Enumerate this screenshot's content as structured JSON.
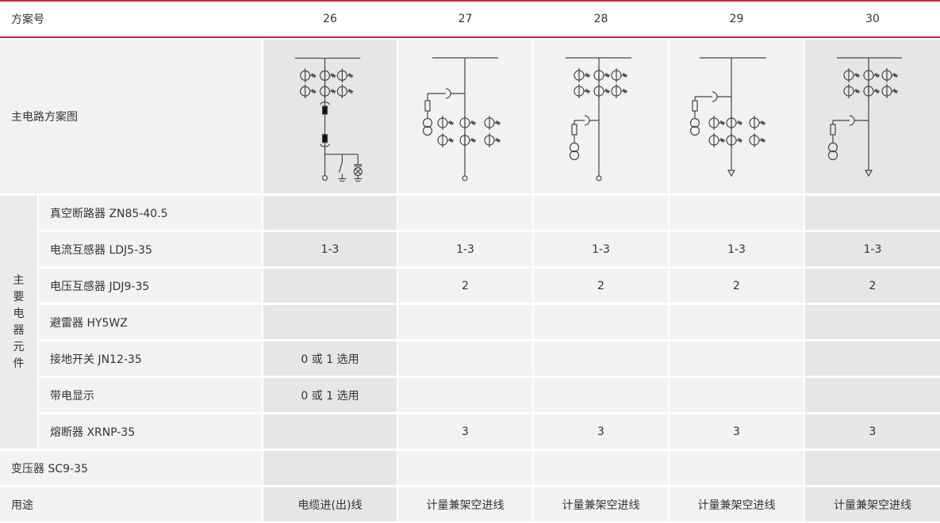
{
  "header": {
    "label": "方案号",
    "columns": [
      "26",
      "27",
      "28",
      "29",
      "30"
    ]
  },
  "diagram_label": "主电路方案图",
  "group_label_chars": [
    "主",
    "要",
    "电",
    "器",
    "元",
    "件"
  ],
  "group_label": "主要电器元件",
  "rows": [
    {
      "label": "真空断路器 ZN85-40.5",
      "values": [
        "",
        "",
        "",
        "",
        ""
      ]
    },
    {
      "label": "电流互感器 LDJ5-35",
      "values": [
        "1-3",
        "1-3",
        "1-3",
        "1-3",
        "1-3"
      ]
    },
    {
      "label": "电压互感器 JDJ9-35",
      "values": [
        "",
        "2",
        "2",
        "2",
        "2"
      ]
    },
    {
      "label": "避雷器 HY5WZ",
      "values": [
        "",
        "",
        "",
        "",
        ""
      ]
    },
    {
      "label": "接地开关 JN12-35",
      "values": [
        "0 或 1 选用",
        "",
        "",
        "",
        ""
      ]
    },
    {
      "label": "带电显示",
      "values": [
        "0 或 1 选用",
        "",
        "",
        "",
        ""
      ]
    },
    {
      "label": "熔断器 XRNP-35",
      "values": [
        "",
        "3",
        "3",
        "3",
        "3"
      ]
    },
    {
      "label": "变压器 SC9-35",
      "values": [
        "",
        "",
        "",
        "",
        ""
      ]
    },
    {
      "label": "用途",
      "values": [
        "电缆进(出)线",
        "计量兼架空进线",
        "计量兼架空进线",
        "计量兼架空进线",
        "计量兼架空进线"
      ]
    }
  ],
  "colors": {
    "accent_line": "#c8283c",
    "cell": "#f2f2f2",
    "cell_highlight": "#e6e6e6"
  }
}
